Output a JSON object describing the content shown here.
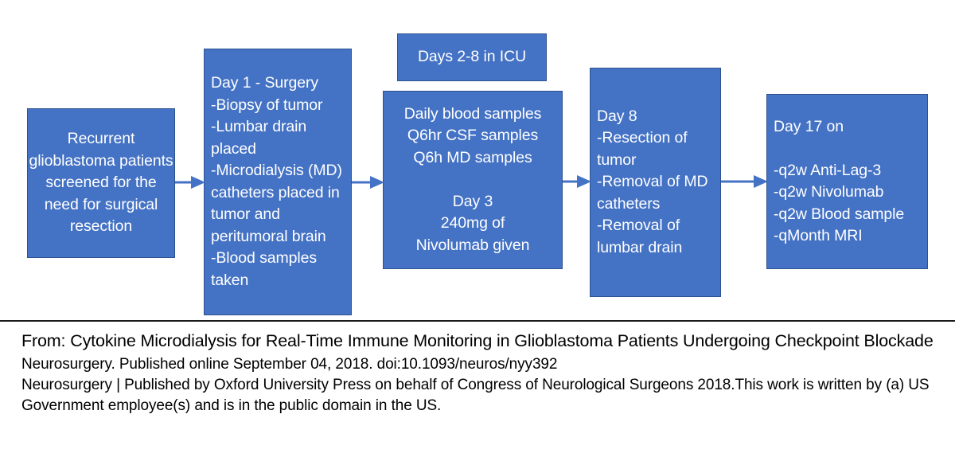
{
  "diagram": {
    "type": "flowchart",
    "orientation": "left-to-right",
    "accent_color": "#4472C4",
    "border_color": "#2E528F",
    "text_color": "#FFFFFF",
    "nodes": [
      {
        "id": "screening",
        "text": "Recurrent glioblastoma patients screened for the need for surgical resection"
      },
      {
        "id": "day1",
        "text": "  Day 1 - Surgery\n-Biopsy of tumor\n-Lumbar drain placed\n-Microdialysis (MD) catheters placed in tumor and peritumoral brain\n-Blood samples taken"
      },
      {
        "id": "icu-header",
        "text": "Days 2-8 in ICU"
      },
      {
        "id": "icu-body",
        "text": "Daily blood samples\nQ6hr CSF samples\nQ6h MD samples\n\nDay 3\n240mg of\nNivolumab given"
      },
      {
        "id": "day8",
        "text": "Day 8\n-Resection of tumor\n-Removal of MD catheters\n-Removal of lumbar drain"
      },
      {
        "id": "day17",
        "text": "Day 17 on\n\n-q2w Anti-Lag-3\n-q2w Nivolumab\n-q2w Blood sample\n-qMonth MRI"
      }
    ],
    "arrows": [
      {
        "id": "arrow-1",
        "from": "screening",
        "to": "day1"
      },
      {
        "id": "arrow-2",
        "from": "day1",
        "to": "icu-body"
      },
      {
        "id": "arrow-3",
        "from": "icu-body",
        "to": "day8"
      },
      {
        "id": "arrow-4",
        "from": "day8",
        "to": "day17"
      }
    ]
  },
  "caption": {
    "title": "From: Cytokine Microdialysis for Real-Time Immune Monitoring in Glioblastoma Patients Undergoing Checkpoint Blockade",
    "journal_line": "Neurosurgery. Published online  September 04, 2018. doi:10.1093/neuros/nyy392",
    "rights_line": "Neurosurgery | Published by Oxford University Press on behalf of Congress of Neurological Surgeons 2018.This work is written by (a) US Government employee(s) and is in the public domain in the US."
  }
}
